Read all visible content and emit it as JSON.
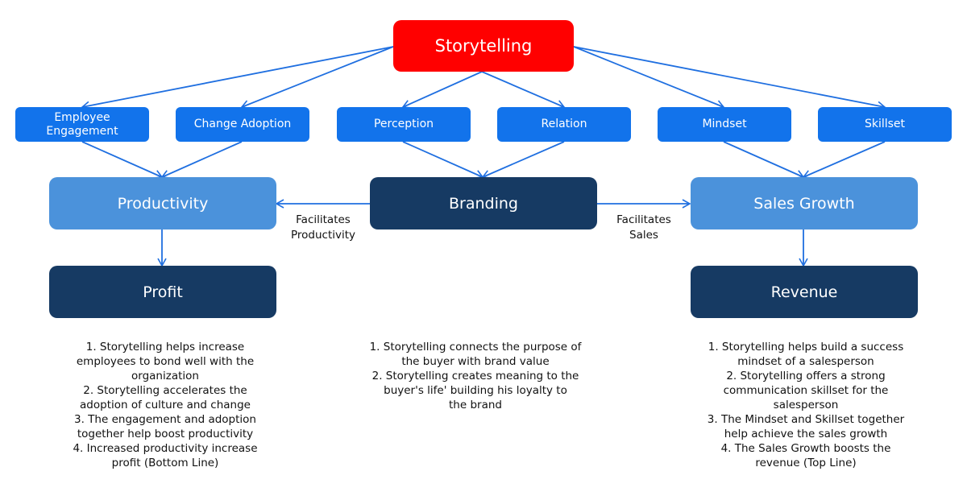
{
  "colors": {
    "root": "#FF0000",
    "level2": "#1273EB",
    "level3_light": "#4B92DB",
    "level3_dark": "#163A63",
    "arrow": "#1F6FE0"
  },
  "root": {
    "label": "Storytelling"
  },
  "drivers": [
    {
      "label": "Employee Engagement"
    },
    {
      "label": "Change Adoption"
    },
    {
      "label": "Perception"
    },
    {
      "label": "Relation"
    },
    {
      "label": "Mindset"
    },
    {
      "label": "Skillset"
    }
  ],
  "outcomes": {
    "productivity": "Productivity",
    "branding": "Branding",
    "sales_growth": "Sales Growth",
    "profit": "Profit",
    "revenue": "Revenue"
  },
  "edge_labels": {
    "facilitates_productivity": [
      "Facilitates",
      "Productivity"
    ],
    "facilitates_sales": [
      "Facilitates",
      "Sales"
    ]
  },
  "notes": {
    "left": [
      "1.   Storytelling helps increase",
      "employees to bond well with the",
      "organization",
      "2.   Storytelling accelerates the",
      "adoption of culture and change",
      "3.   The engagement and adoption",
      "together help boost productivity",
      "4.   Increased productivity increase",
      "profit (Bottom Line)"
    ],
    "center": [
      "1.   Storytelling connects the purpose of",
      "the buyer with brand value",
      "2.   Storytelling creates meaning to the",
      "buyer's life' building his loyalty to",
      "the brand"
    ],
    "right": [
      "1.   Storytelling helps build a success",
      "mindset of a salesperson",
      "2.   Storytelling offers a strong",
      "communication skillset for the",
      "salesperson",
      "3.   The Mindset and Skillset together",
      "help achieve the sales growth",
      "4.   The Sales Growth boosts the",
      "revenue (Top Line)"
    ]
  }
}
